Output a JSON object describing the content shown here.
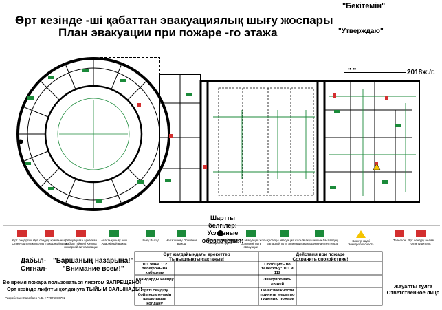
{
  "header": {
    "title_kz": "Өрт кезінде   -ші қабаттан эвакуациялық шығу жоспары",
    "title_ru": "План эвакуации при пожаре   -го этажа",
    "approve_kz": "\"Бекітемін\"",
    "approve_ru": "\"Утверждаю\"",
    "sign_dash": "\"          \"",
    "date": "2018ж./г."
  },
  "legend": {
    "title_kz": "Шартты белгілер:",
    "title_ru": "Условные обозначения:",
    "items": [
      {
        "label": "Өрт сөндіргіш Огнетушитель",
        "icon": "fire-extinguisher-icon",
        "color": "#d32f2f"
      },
      {
        "label": "Өрт сөндіру крантының қосылуы Пожарный кран",
        "icon": "fire-hose-icon",
        "color": "#d32f2f"
      },
      {
        "label": "Эвакуацияға арналған дабыл түймесі Кнопка пожарной сигнализации",
        "icon": "alarm-button-icon",
        "color": "#d32f2f"
      },
      {
        "label": "Апаттық шығу есігі Аварийный выход",
        "icon": "emergency-exit-icon",
        "color": "#1b8a3a"
      },
      {
        "label": "Шығу Выход",
        "icon": "exit-sign-icon",
        "color": "#1b8a3a"
      },
      {
        "label": "Негізгі шығу Основной выход",
        "icon": "main-exit-icon",
        "color": "#1b8a3a"
      },
      {
        "label": "Сіз осы жердесіз Вы находитесь здесь",
        "icon": "you-are-here-icon",
        "color": "#000000"
      },
      {
        "label": "Негізгі эвакуация жолы Основной путь эвакуации",
        "icon": "main-route-arrow-icon",
        "color": "#1b8a3a"
      },
      {
        "label": "Қосалқы эвакуация жолы Запасной путь эвакуации",
        "icon": "backup-route-icon",
        "color": "#1b8a3a"
      },
      {
        "label": "Эвакуациялық баспалдақ Эвакуационная лестница",
        "icon": "stairs-icon",
        "color": "#1b8a3a"
      },
      {
        "label": "Электр қаупі Электроопасность",
        "icon": "electric-hazard-icon",
        "color": "#f5c400"
      },
      {
        "label": "Телефон",
        "icon": "telephone-icon",
        "color": "#d32f2f"
      },
      {
        "label": "Өрт сөндіру бөлімі Огнетушитель",
        "icon": "fire-extinguisher-2-icon",
        "color": "#d32f2f"
      }
    ]
  },
  "signal": {
    "label_kz": "Дабыл-",
    "label_ru": "Сигнал-",
    "text_kz": "\"Баршаның назарына!\"",
    "text_ru": "\"Внимание всем!\""
  },
  "warning": {
    "ru": "Во время пожара пользоваться лифтом ЗАПРЕЩЕНО!",
    "kz": "Өрт кезінде лифтты қолдануға ТЫЙЫМ САЛЫНАДЫ!"
  },
  "developer": "Разработал: Карабаев А.Б. +77076876792",
  "actions": {
    "head_kz": "Өрт жағдайындағы әрекеттер",
    "head_kz2": "Тыныштықты сақтаңыз!",
    "head_ru": "Действия при пожаре",
    "head_ru2": "Сохранить спокойствие!",
    "row1_kz": "101 және 112 телефонына хабарлау",
    "row1_ru": "Сообщить по телефону: 101 и 112",
    "row2_kz": "Адамдарды көшіру",
    "row2_ru": "Эвакуировать людей",
    "row3_kz": "Өртті сөндіру бойынша мүмкін шараларды қолдану",
    "row3_ru": "По возможности принять меры по тушению пожара"
  },
  "responsible": {
    "kz": "Жауапты тұлға",
    "ru": "Ответственное лицо"
  }
}
